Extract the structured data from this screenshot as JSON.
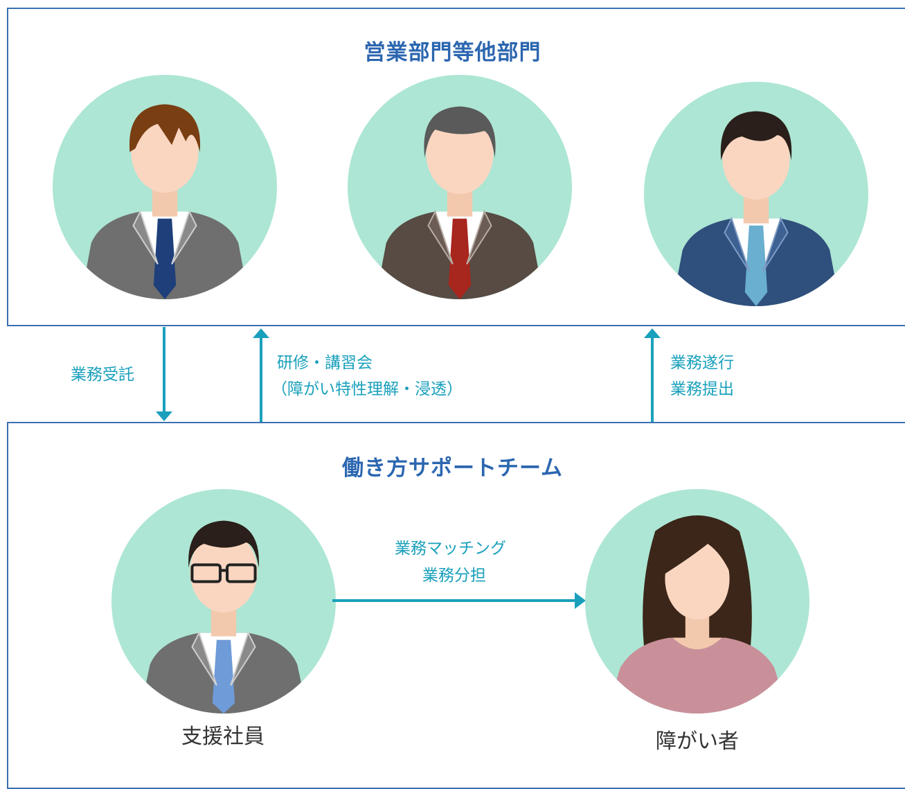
{
  "top_group": {
    "title": "営業部門等他部門"
  },
  "bottom_group": {
    "title": "働き方サポートチーム"
  },
  "flows": {
    "consignment": "業務受託",
    "training_line1": "研修・講習会",
    "training_line2": "（障がい特性理解・浸透）",
    "execution_line1": "業務遂行",
    "execution_line2": "業務提出",
    "matching_line1": "業務マッチング",
    "matching_line2": "業務分担"
  },
  "people": {
    "support_staff": "支援社員",
    "disabled_person": "障がい者"
  },
  "colors": {
    "frame": "#3a6fb0",
    "title": "#2b66b0",
    "arrow": "#1aa0bc",
    "circle": "#ade6d4"
  }
}
